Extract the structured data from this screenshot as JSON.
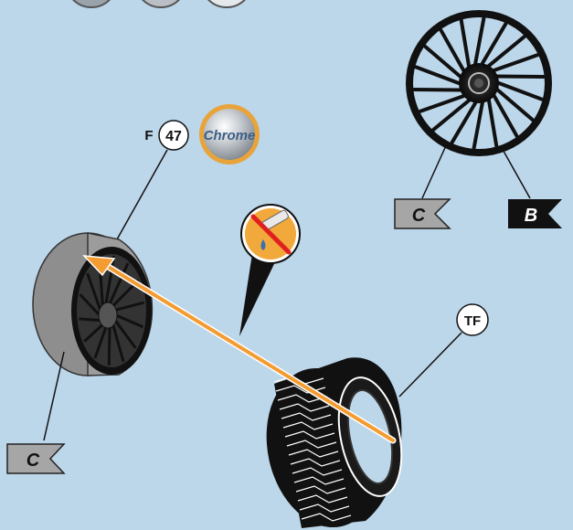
{
  "part_callouts": {
    "rim": {
      "prefix": "F",
      "number": "47"
    },
    "tire": {
      "number": "TF"
    }
  },
  "paint": {
    "name": "Chrome"
  },
  "flags": {
    "rim_side": "C",
    "wheel_front": "C",
    "wheel_back": "B"
  },
  "icons": {
    "no_glue": "no-glue-icon"
  },
  "colors": {
    "background": "#bcd6ea",
    "arrow": "#f39c32",
    "callout_ring": "#e8a43a",
    "flag_grey": "#a6a6a6",
    "flag_black": "#111111"
  }
}
